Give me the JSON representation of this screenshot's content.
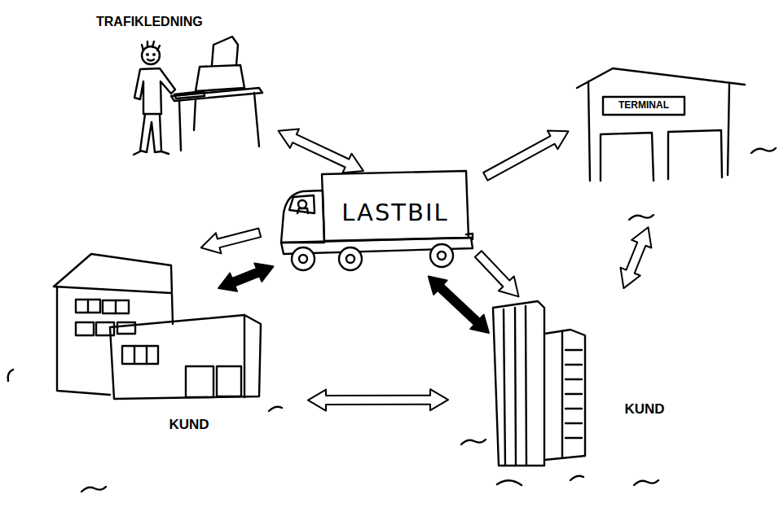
{
  "diagram": {
    "nodes": [
      {
        "text": [
          "TRAFIKLEDNING"
        ]
      },
      {
        "text": [
          "LASTBIL"
        ]
      },
      {
        "text": [
          "TERMINAL"
        ]
      },
      {
        "text": [
          "KUND"
        ]
      },
      {
        "text": [
          "KUND"
        ]
      }
    ],
    "edges": [
      {
        "from": 0,
        "to": 1,
        "arrow": "both"
      },
      {
        "from": 1,
        "to": 2,
        "arrow": "to"
      },
      {
        "from": 1,
        "to": 3,
        "arrow": "to"
      },
      {
        "from": 3,
        "to": 1,
        "arrow": "both"
      },
      {
        "from": 1,
        "to": 4,
        "arrow": "to"
      },
      {
        "from": 1,
        "to": 4,
        "arrow": "both"
      },
      {
        "from": 2,
        "to": 4,
        "arrow": "both"
      },
      {
        "from": 3,
        "to": 4,
        "arrow": "both"
      }
    ]
  }
}
